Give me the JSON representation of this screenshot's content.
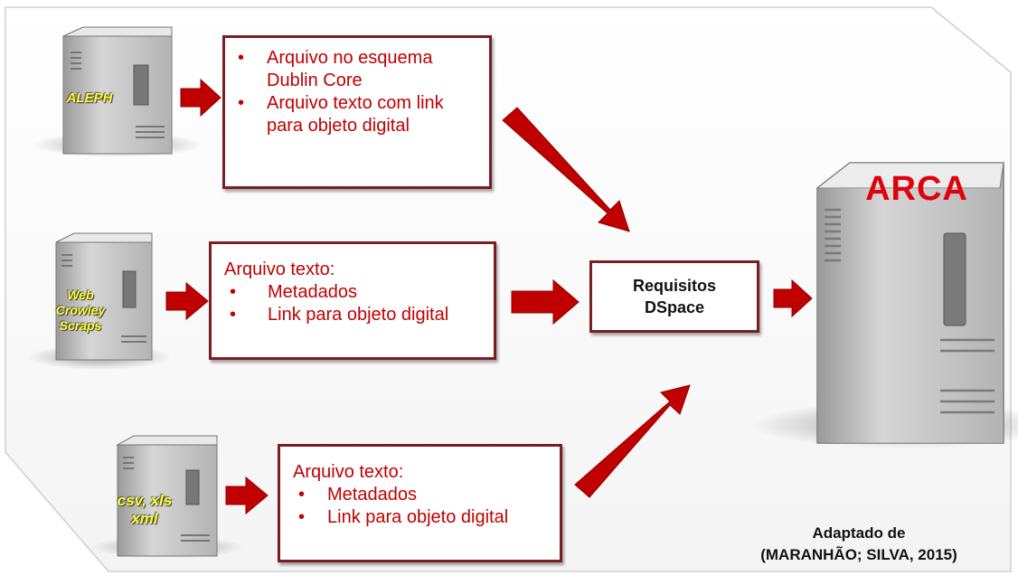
{
  "servers": [
    {
      "label": "ALEPH"
    },
    {
      "label_lines": [
        "Web",
        "Crowley",
        "Scraps"
      ]
    },
    {
      "label_lines": [
        "csv, xls",
        "xml"
      ]
    }
  ],
  "boxes": {
    "top": {
      "bullets": [
        "Arquivo no esquema Dublin Core",
        "Arquivo texto com link para objeto digital"
      ]
    },
    "middle": {
      "lead": "Arquivo texto:",
      "bullets": [
        "Metadados",
        "Link para objeto digital"
      ]
    },
    "bottom": {
      "lead": "Arquivo texto:",
      "bullets": [
        "Metadados",
        "Link para objeto digital"
      ]
    }
  },
  "requirements": {
    "line1": "Requisitos",
    "line2": "DSpace"
  },
  "target": {
    "label": "ARCA"
  },
  "credit": {
    "line1": "Adaptado de",
    "line2": "(MARANHÃO; SILVA, 2015)"
  },
  "colors": {
    "arrow": "#c00000",
    "text_red": "#c00000",
    "border": "#7a1e22",
    "arca_red": "#e0000b"
  }
}
